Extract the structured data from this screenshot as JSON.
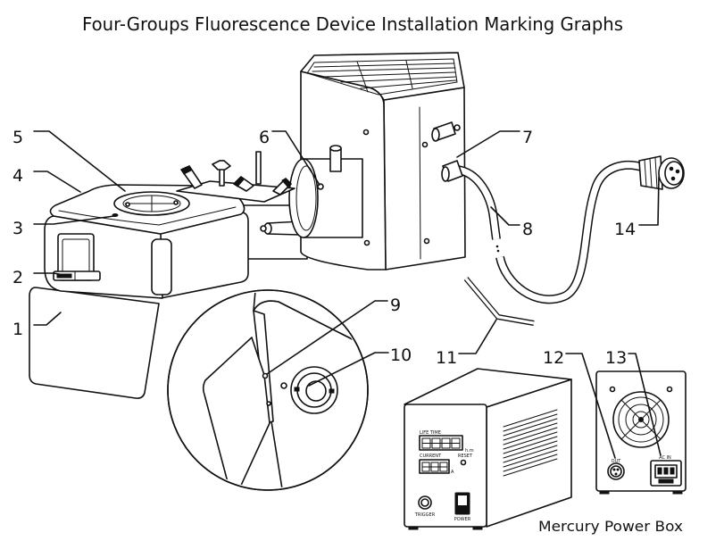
{
  "title": "Four-Groups Fluorescence Device Installation Marking Graphs",
  "callouts": [
    "1",
    "2",
    "3",
    "4",
    "5",
    "6",
    "7",
    "8",
    "9",
    "10",
    "11",
    "12",
    "13",
    "14"
  ],
  "power_box": {
    "caption": "Mercury Power Box",
    "front_panel": {
      "life_time_label": "LIFE TIME",
      "life_time_unit": "h.m",
      "current_label": "CURRENT",
      "current_unit": "A",
      "reset_label": "RESET",
      "trigger_label": "TRIGGER",
      "power_label": "POWER"
    },
    "rear_panel": {
      "out_label": "OUT",
      "ac_in_label": "AC IN"
    }
  },
  "colors": {
    "ink": "#111111",
    "paper": "#ffffff"
  }
}
